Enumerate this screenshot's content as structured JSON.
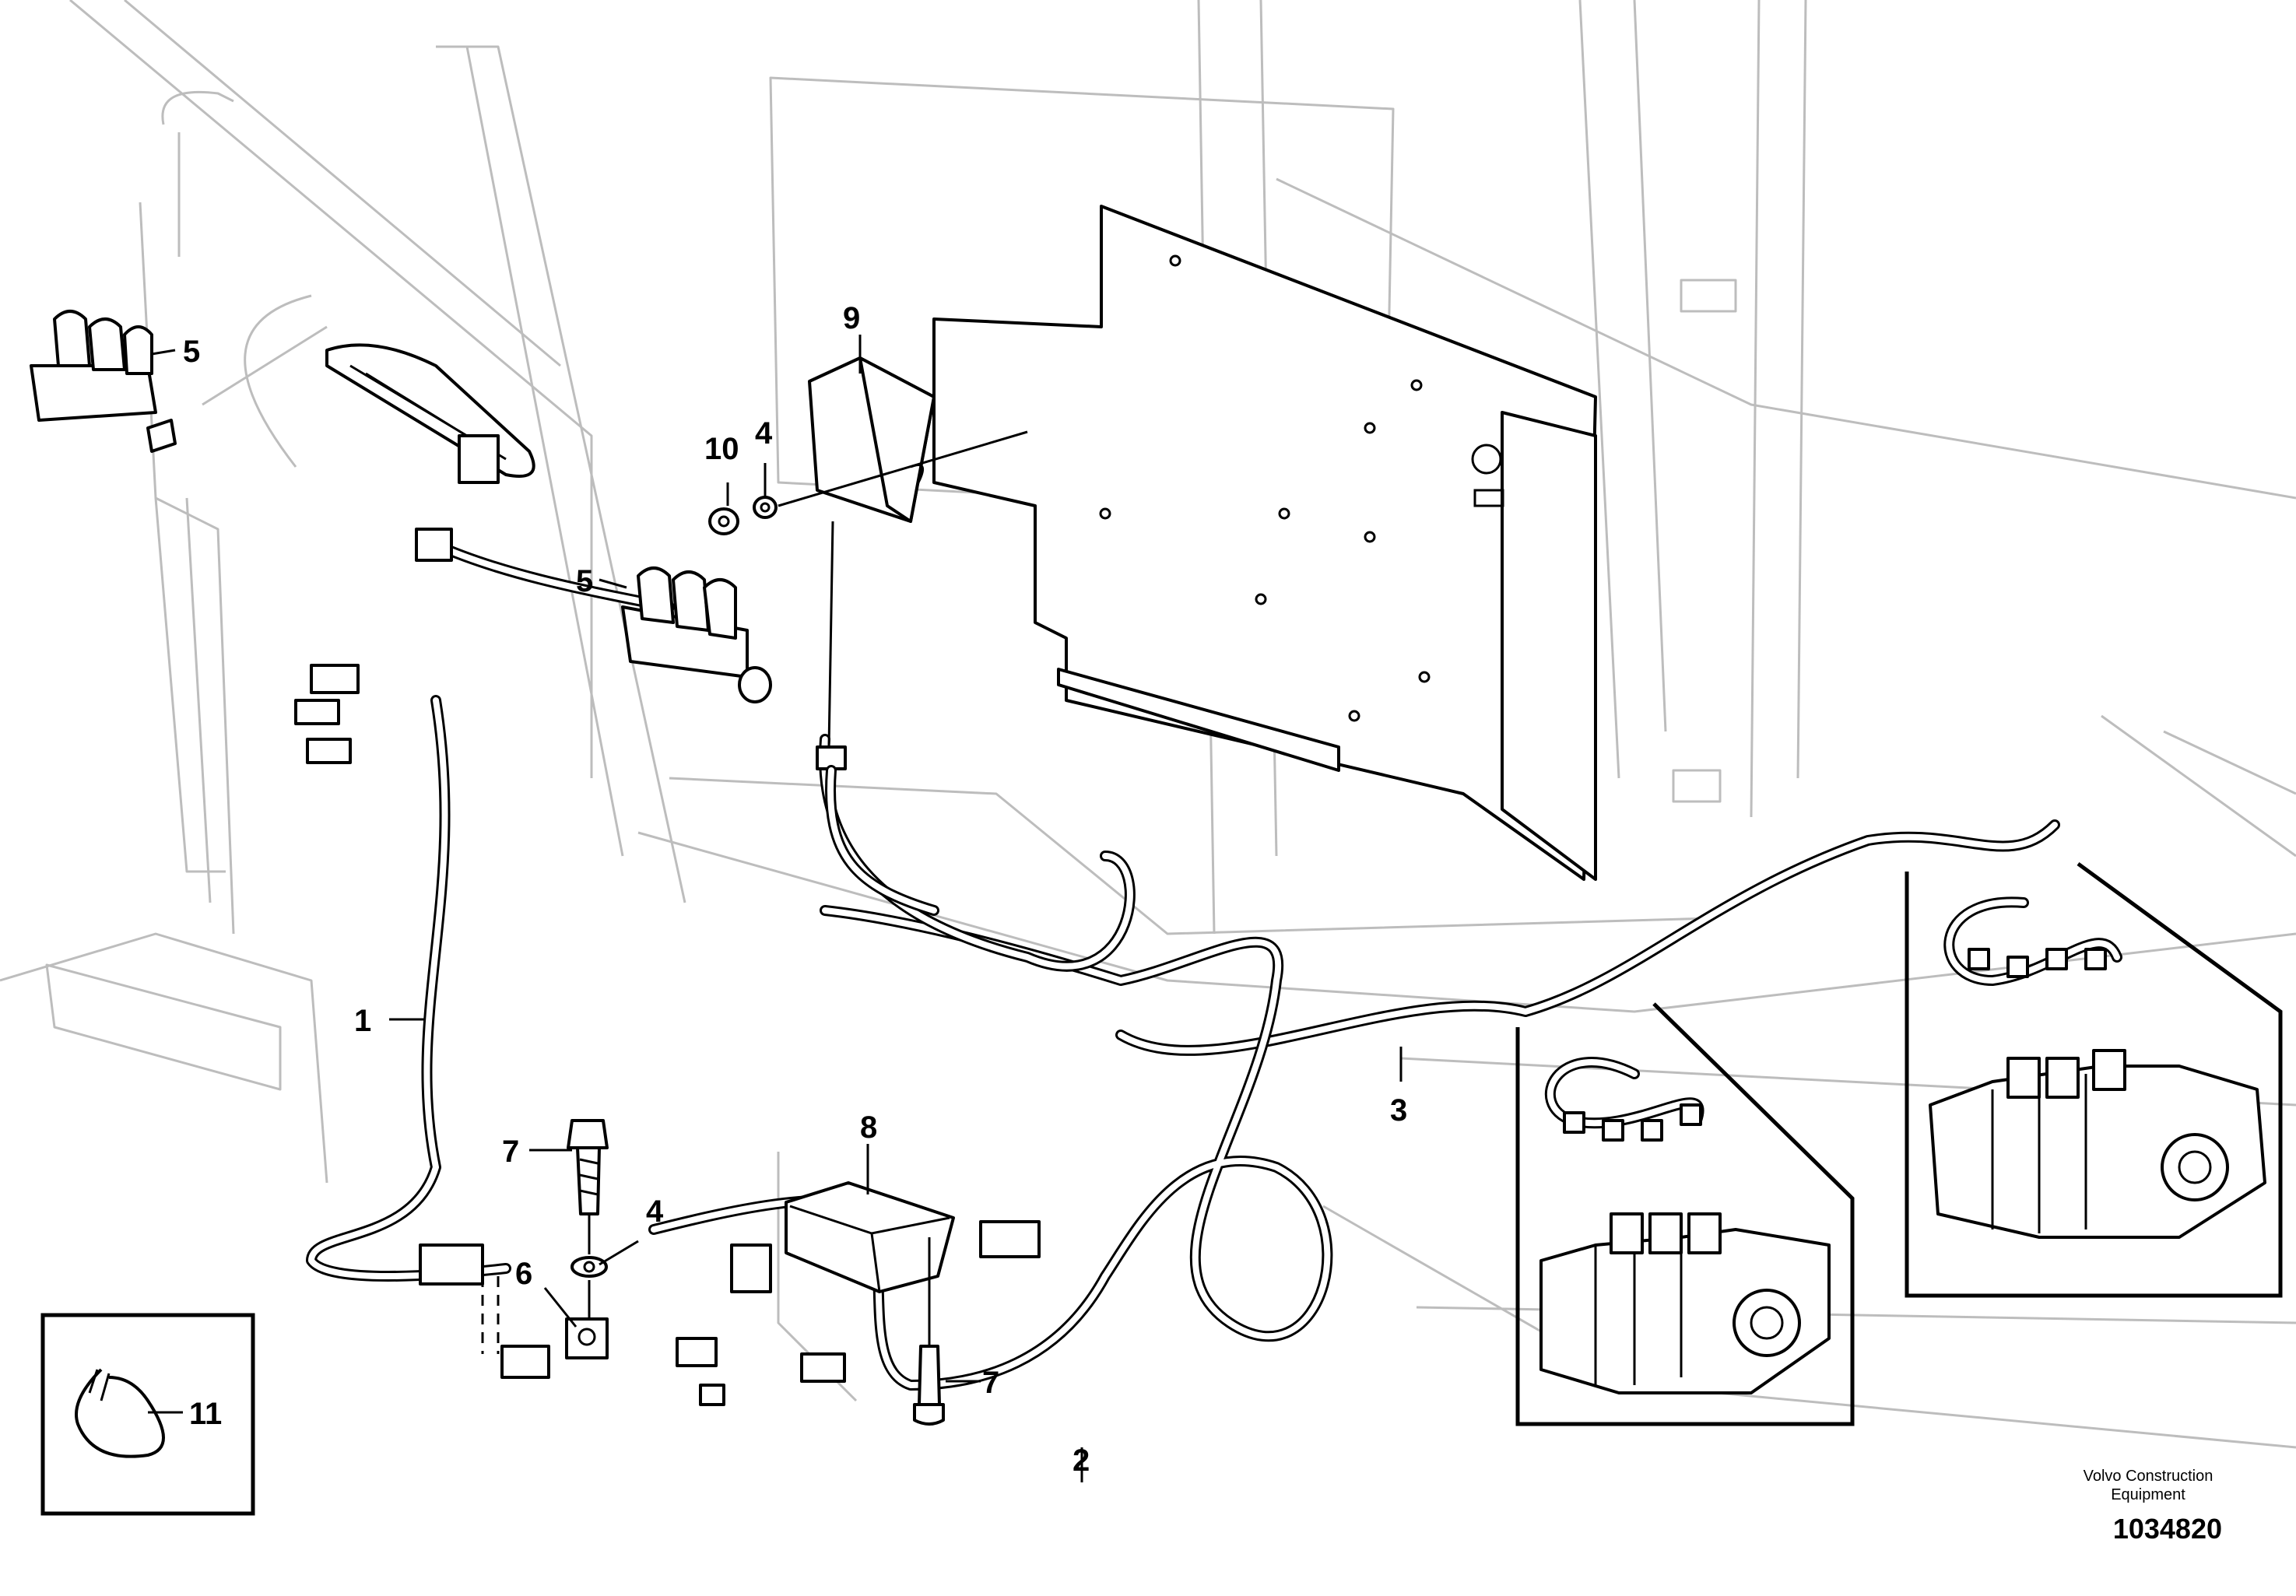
{
  "callouts": {
    "c1": "1",
    "c2": "2",
    "c3": "3",
    "c4a": "4",
    "c4b": "4",
    "c5a": "5",
    "c5b": "5",
    "c6": "6",
    "c7a": "7",
    "c7b": "7",
    "c8": "8",
    "c9": "9",
    "c10": "10",
    "c11": "11"
  },
  "brand": {
    "line1": "Volvo Construction",
    "line2": "Equipment"
  },
  "drawing_number": "1034820"
}
